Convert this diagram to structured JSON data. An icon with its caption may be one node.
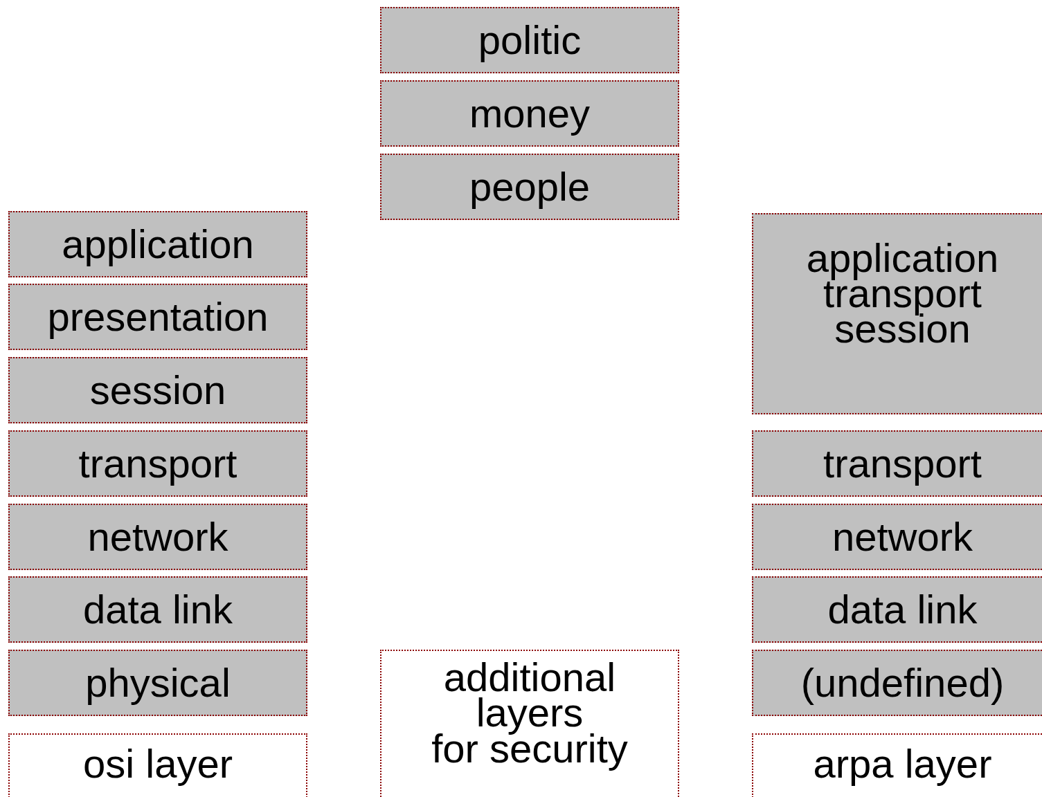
{
  "diagram": {
    "nodes": [
      {
        "text": [
          "politic"
        ]
      },
      {
        "text": [
          "money"
        ]
      },
      {
        "text": [
          "people"
        ]
      },
      {
        "text": [
          "application"
        ]
      },
      {
        "text": [
          "presentation"
        ]
      },
      {
        "text": [
          "session"
        ]
      },
      {
        "text": [
          "transport"
        ]
      },
      {
        "text": [
          "network"
        ]
      },
      {
        "text": [
          "data link"
        ]
      },
      {
        "text": [
          "physical"
        ]
      },
      {
        "text": [
          "osi layer"
        ]
      },
      {
        "text": [
          "additional layers for security"
        ]
      },
      {
        "text": [
          "application",
          "transport",
          "session"
        ]
      },
      {
        "text": [
          "transport"
        ]
      },
      {
        "text": [
          "network"
        ]
      },
      {
        "text": [
          "data link"
        ]
      },
      {
        "text": [
          "(undefined)"
        ]
      },
      {
        "text": [
          "arpa layer"
        ]
      }
    ]
  }
}
